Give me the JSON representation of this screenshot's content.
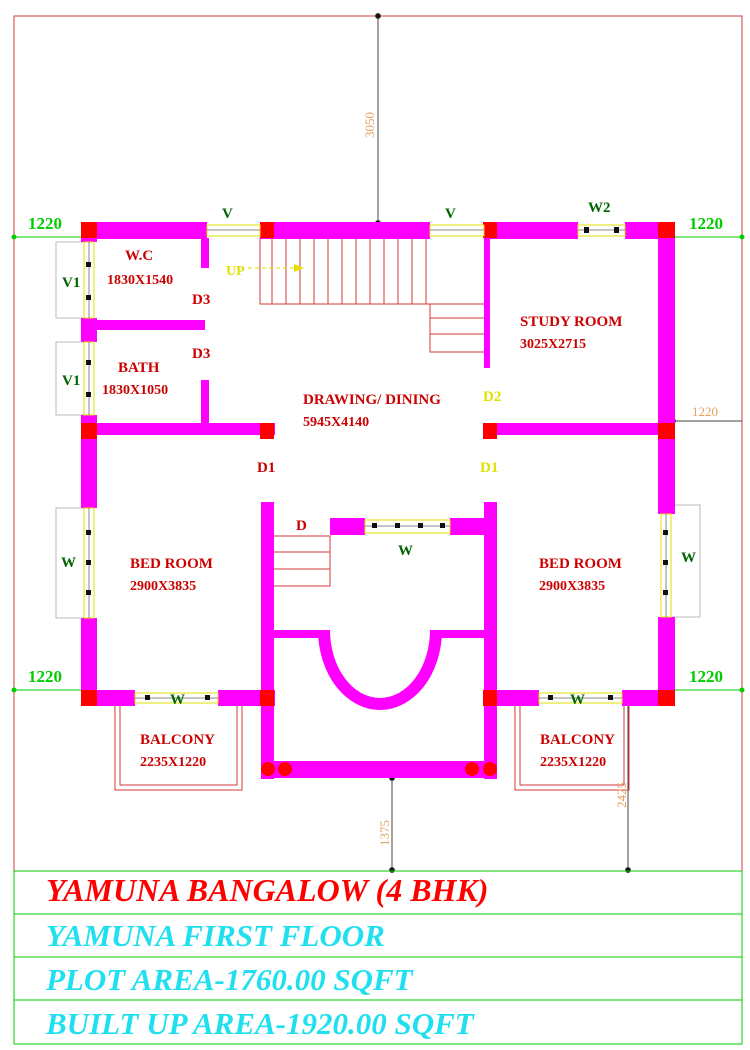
{
  "plan": {
    "room_labels": [
      {
        "name": "W.C"
      },
      {
        "name": "1830X1540"
      },
      {
        "name": "BATH"
      },
      {
        "name": "1830X1050"
      },
      {
        "name": "STUDY ROOM"
      },
      {
        "name": "3025X2715"
      },
      {
        "name": "DRAWING/ DINING"
      },
      {
        "name": "5945X4140"
      },
      {
        "name": "BED ROOM"
      },
      {
        "name": "2900X3835"
      },
      {
        "name": "BED ROOM"
      },
      {
        "name": "2900X3835"
      },
      {
        "name": "BALCONY"
      },
      {
        "name": "2235X1220"
      },
      {
        "name": "BALCONY"
      },
      {
        "name": "2235X1220"
      }
    ],
    "openings": {
      "v_top_left": "V",
      "v_top_mid": "V",
      "w2_top": "W2",
      "v1_upper": "V1",
      "v1_lower": "V1",
      "d3_wc": "D3",
      "d3_bath": "D3",
      "d2": "D2",
      "d1_left": "D1",
      "d1_right": "D1",
      "d_stair": "D",
      "w_left_wall": "W",
      "w_right_wall": "W",
      "w_center": "W",
      "w_balcony_left": "W",
      "w_balcony_right": "W",
      "up": "UP"
    },
    "dimensions": {
      "top_left": "1220",
      "top_right": "1220",
      "bottom_left": "1220",
      "bottom_right": "1220",
      "setback_top": "3050",
      "setback_right": "1220",
      "setback_bottom_mid": "1375",
      "setback_bottom_right": "2425"
    }
  },
  "titles": {
    "line1": "YAMUNA BANGALOW (4 BHK)",
    "line2": "YAMUNA FIRST FLOOR",
    "line3": "PLOT AREA-1760.00 SQFT",
    "line4": "BUILT UP AREA-1920.00 SQFT"
  },
  "colors": {
    "wall": "#ff00ff",
    "column": "#ff0000",
    "label": "#cc0000",
    "dimension": "#e8a060",
    "green": "#00cc00",
    "opening": "#006400",
    "door_yellow": "#e0e000",
    "title_red": "#ff0000",
    "title_cyan": "#20e0f0"
  }
}
